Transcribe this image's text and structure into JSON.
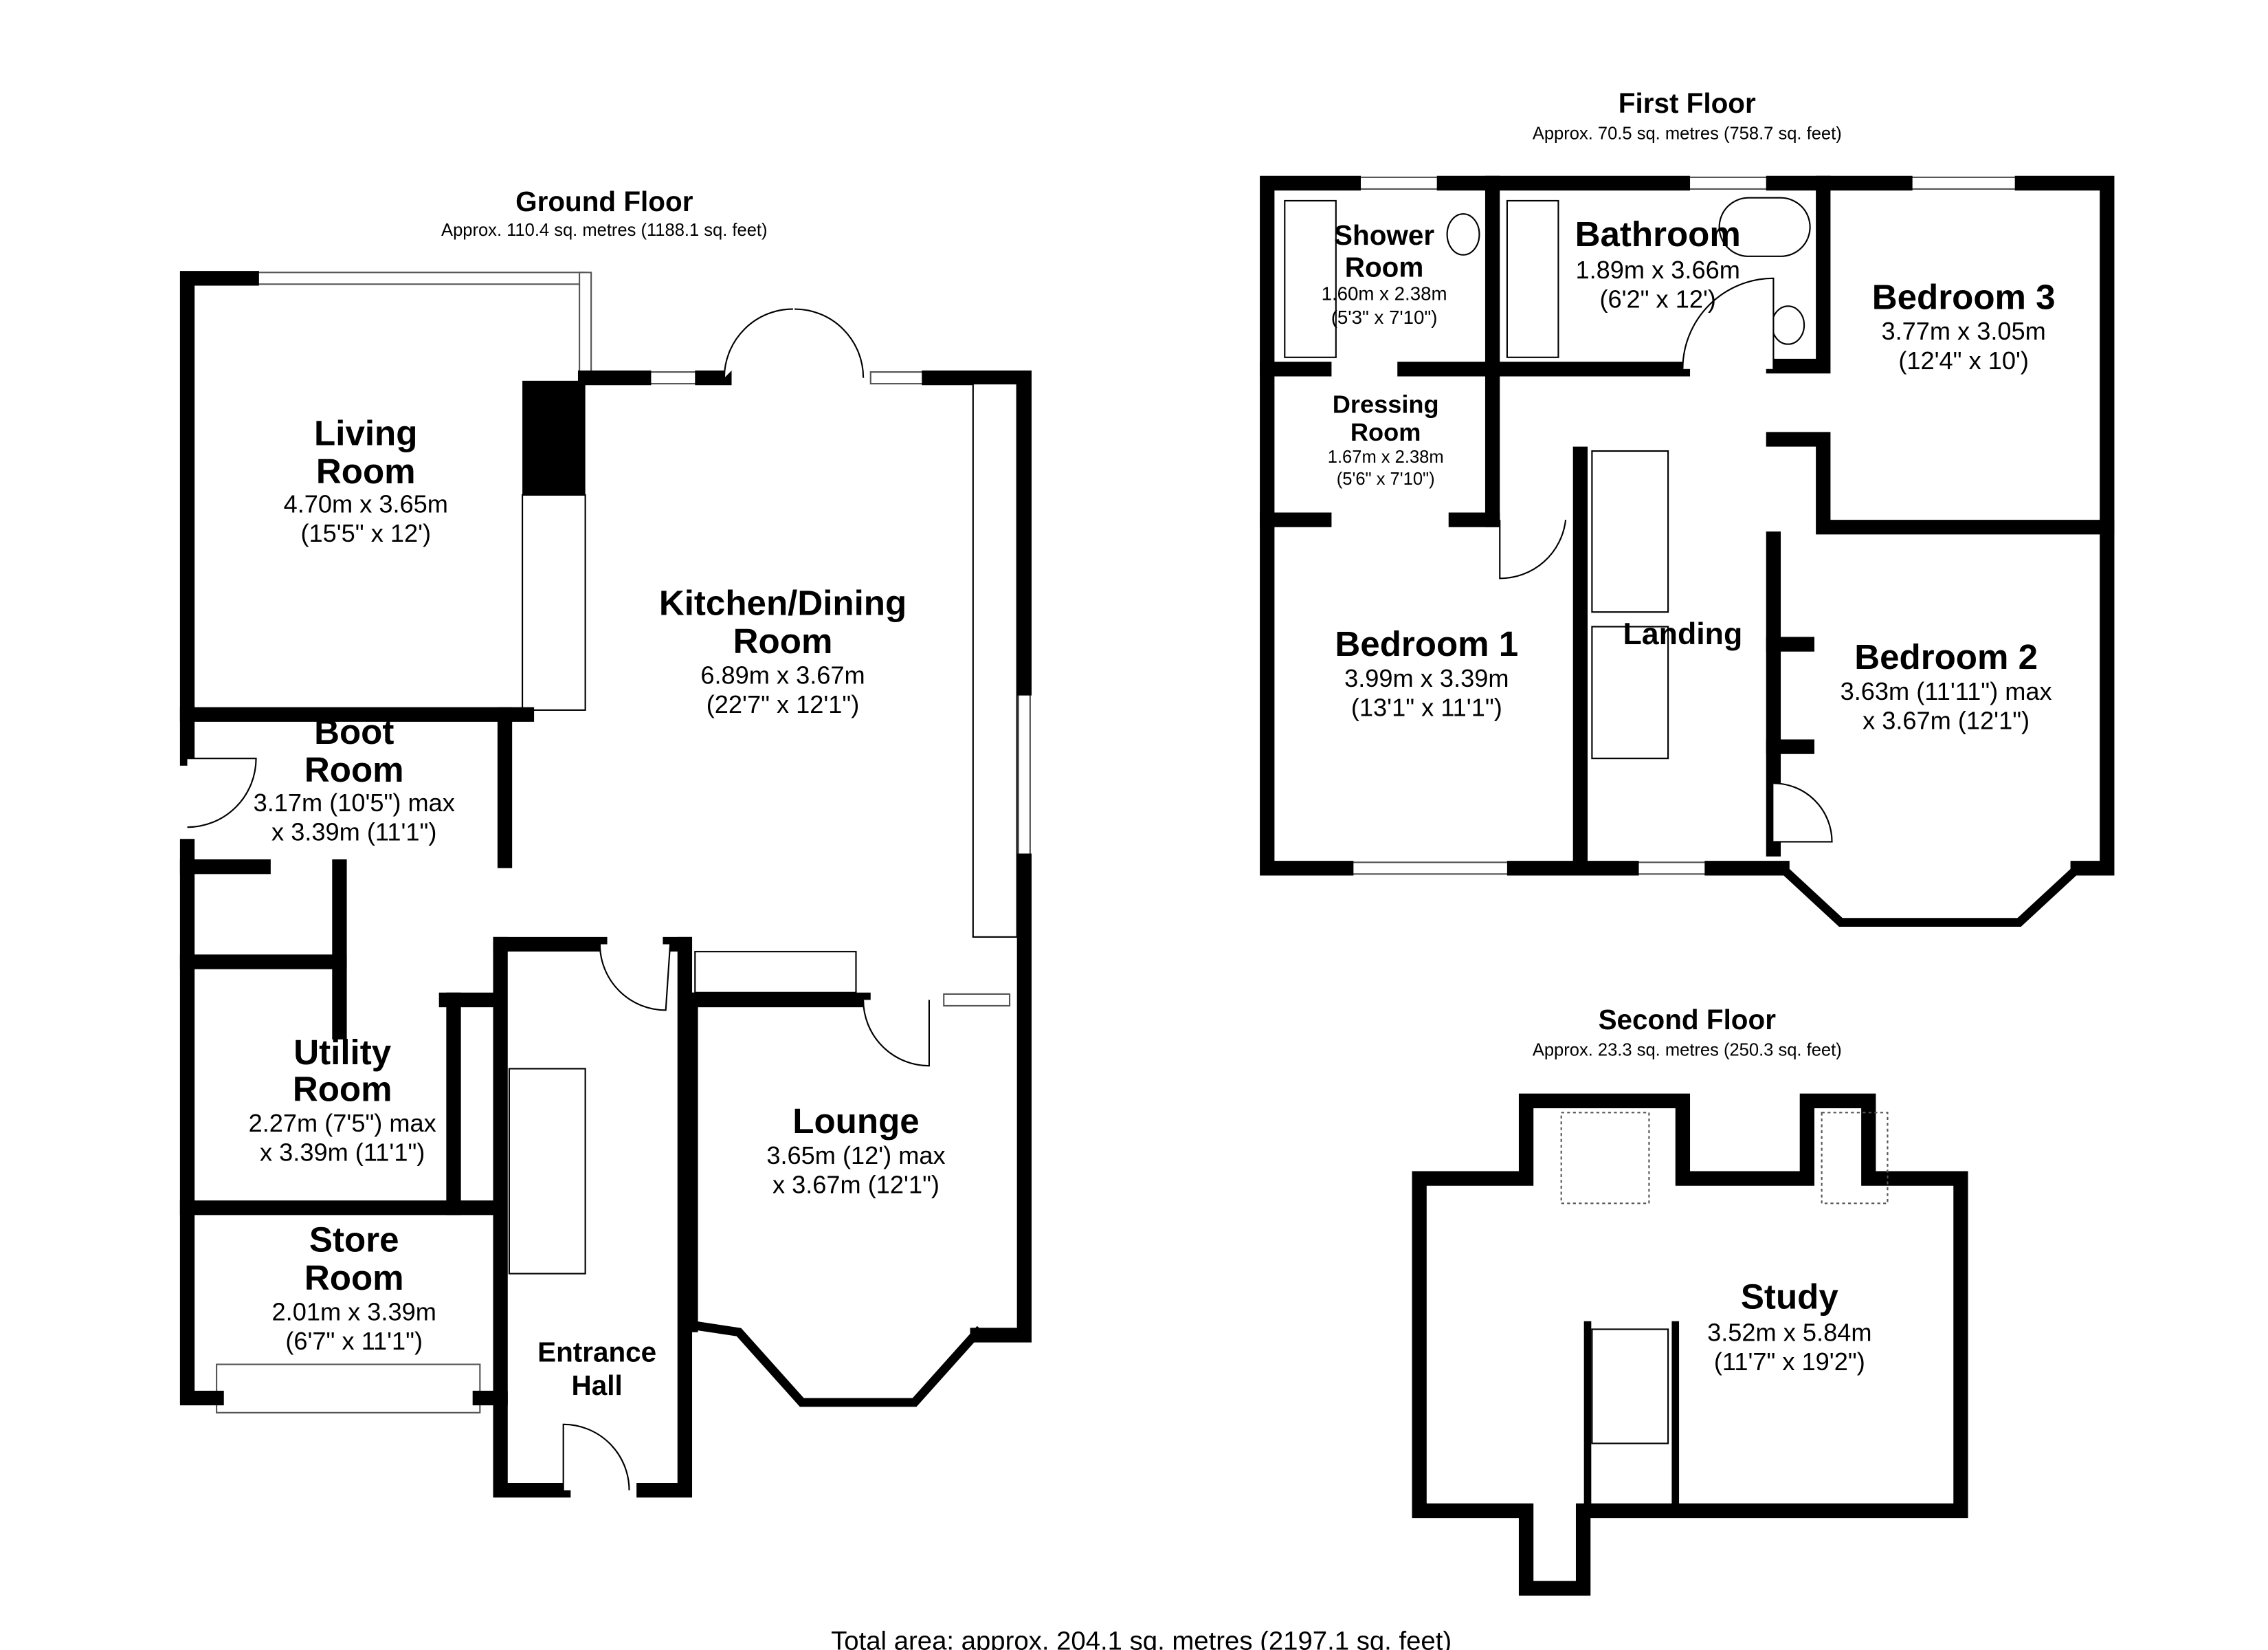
{
  "ground_floor": {
    "title": "Ground Floor",
    "area": "Approx. 110.4 sq. metres (1188.1 sq. feet)",
    "rooms": [
      {
        "name_lines": [
          "Living",
          "Room"
        ],
        "dims": [
          "4.70m x 3.65m",
          "(15'5\" x 12')"
        ]
      },
      {
        "name_lines": [
          "Kitchen/Dining",
          "Room"
        ],
        "dims": [
          "6.89m x 3.67m",
          "(22'7\" x 12'1\")"
        ]
      },
      {
        "name_lines": [
          "Boot",
          "Room"
        ],
        "dims": [
          "3.17m (10'5\") max",
          "x 3.39m (11'1\")"
        ]
      },
      {
        "name_lines": [
          "Utility",
          "Room"
        ],
        "dims": [
          "2.27m (7'5\") max",
          "x 3.39m (11'1\")"
        ]
      },
      {
        "name_lines": [
          "Store",
          "Room"
        ],
        "dims": [
          "2.01m x 3.39m",
          "(6'7\" x 11'1\")"
        ]
      },
      {
        "name_lines": [
          "Entrance",
          "Hall"
        ],
        "dims": []
      },
      {
        "name_lines": [
          "Lounge"
        ],
        "dims": [
          "3.65m (12') max",
          "x 3.67m (12'1\")"
        ]
      }
    ]
  },
  "first_floor": {
    "title": "First Floor",
    "area": "Approx. 70.5 sq. metres (758.7 sq. feet)",
    "rooms": [
      {
        "name_lines": [
          "Shower",
          "Room"
        ],
        "dims": [
          "1.60m x 2.38m",
          "(5'3\" x 7'10\")"
        ]
      },
      {
        "name_lines": [
          "Bathroom"
        ],
        "dims": [
          "1.89m x 3.66m",
          "(6'2\" x 12')"
        ]
      },
      {
        "name_lines": [
          "Bedroom 3"
        ],
        "dims": [
          "3.77m x 3.05m",
          "(12'4\" x 10')"
        ]
      },
      {
        "name_lines": [
          "Dressing",
          "Room"
        ],
        "dims": [
          "1.67m x 2.38m",
          "(5'6\" x 7'10\")"
        ]
      },
      {
        "name_lines": [
          "Bedroom 1"
        ],
        "dims": [
          "3.99m x 3.39m",
          "(13'1\" x 11'1\")"
        ]
      },
      {
        "name_lines": [
          "Landing"
        ],
        "dims": []
      },
      {
        "name_lines": [
          "Bedroom 2"
        ],
        "dims": [
          "3.63m (11'11\") max",
          "x 3.67m (12'1\")"
        ]
      }
    ]
  },
  "second_floor": {
    "title": "Second Floor",
    "area": "Approx. 23.3 sq. metres (250.3 sq. feet)",
    "rooms": [
      {
        "name_lines": [
          "Study"
        ],
        "dims": [
          "3.52m x 5.84m",
          "(11'7\" x 19'2\")"
        ]
      }
    ]
  },
  "total_area": "Total area: approx. 204.1 sq. metres (2197.1 sq. feet)"
}
